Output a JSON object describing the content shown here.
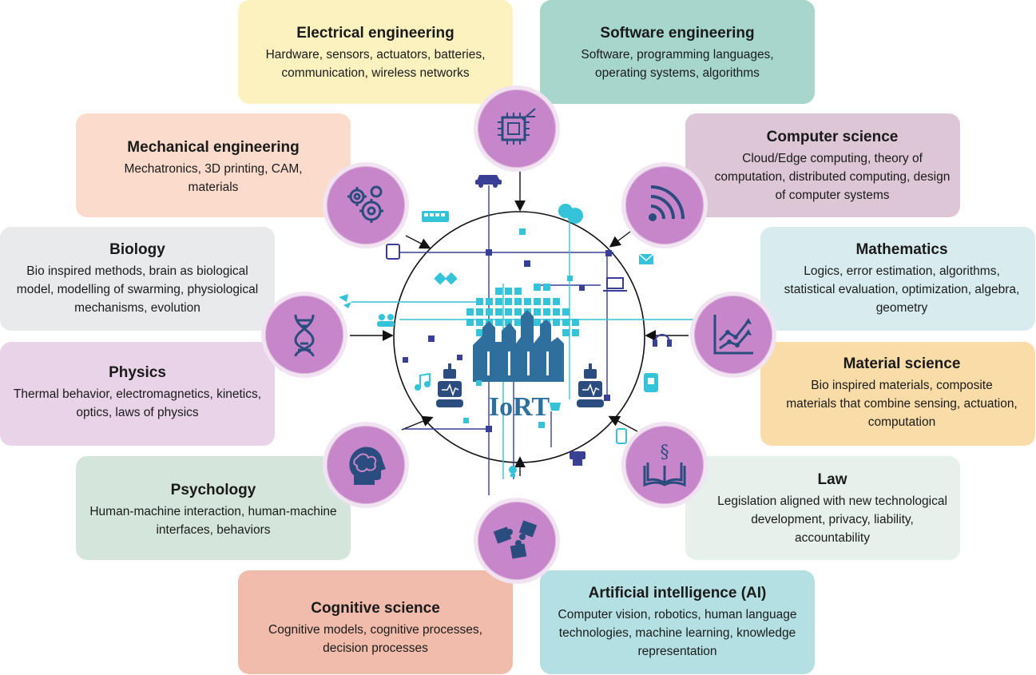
{
  "center": {
    "label": "IoRT"
  },
  "colors": {
    "node": "#c786c9",
    "icon": "#2b4c7e",
    "accent": "#34c3d9",
    "navy": "#3a3f96"
  },
  "cards": {
    "electrical": {
      "title": "Electrical engineering",
      "body": "Hardware, sensors, actuators, batteries, communication, wireless networks",
      "icon": "chip-icon",
      "color": "#fcf2c0"
    },
    "software": {
      "title": "Software engineering",
      "body": "Software, programming languages, operating systems, algorithms",
      "icon": "chip-icon",
      "color": "#a7d6cd"
    },
    "computer_science": {
      "title": "Computer science",
      "body": "Cloud/Edge computing, theory of computation, distributed computing, design of computer systems",
      "icon": "wifi-icon",
      "color": "#ddc6d6"
    },
    "mathematics": {
      "title": "Mathematics",
      "body": "Logics, error estimation, algorithms, statistical evaluation, optimization, algebra, geometry",
      "icon": "chart-icon",
      "color": "#d8ecef"
    },
    "material_science": {
      "title": "Material science",
      "body": "Bio inspired materials, composite materials that combine sensing, actuation, computation",
      "icon": "chart-icon",
      "color": "#f9dca8"
    },
    "law": {
      "title": "Law",
      "body": "Legislation aligned with new technological development, privacy, liability, accountability",
      "icon": "law-book-icon",
      "color": "#e6f1ec"
    },
    "ai": {
      "title": "Artificial intelligence (AI)",
      "body": "Computer vision, robotics, human language technologies, machine learning, knowledge representation",
      "icon": "puzzle-icon",
      "color": "#b4e0e3"
    },
    "cognitive": {
      "title": "Cognitive science",
      "body": "Cognitive models, cognitive processes, decision processes",
      "icon": "puzzle-icon",
      "color": "#f2bcac"
    },
    "psychology": {
      "title": "Psychology",
      "body": "Human-machine interaction, human-machine interfaces, behaviors",
      "icon": "head-icon",
      "color": "#d4e6dc"
    },
    "physics": {
      "title": "Physics",
      "body": "Thermal behavior, electromagnetics, kinetics, optics, laws of physics",
      "icon": "dna-icon",
      "color": "#e9d3e8"
    },
    "biology": {
      "title": "Biology",
      "body": "Bio inspired methods, brain as biological model, modelling of swarming, physiological mechanisms, evolution",
      "icon": "dna-icon",
      "color": "#e9eaeb"
    },
    "mechanical": {
      "title": "Mechanical engineering",
      "body": "Mechatronics, 3D printing, CAM, materials",
      "icon": "gears-icon",
      "color": "#fbdbcc"
    }
  }
}
